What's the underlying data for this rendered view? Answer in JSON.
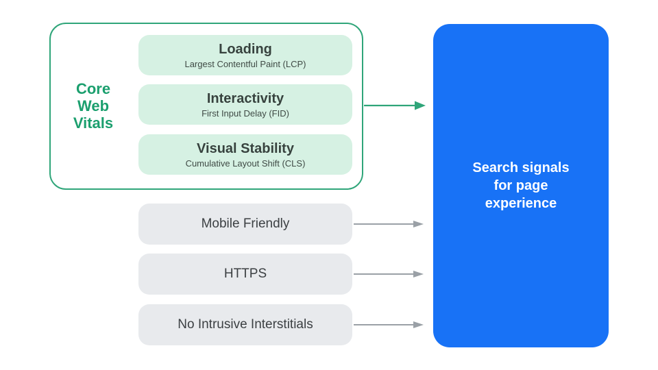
{
  "colors": {
    "accent_green": "#2FA579",
    "label_green": "#1B9F6E",
    "pill_green_bg": "#D6F1E3",
    "pill_gray_bg": "#E8EAED",
    "arrow_gray": "#9AA0A6",
    "result_box_bg": "#1872F6",
    "pill_title_text": "#37423E",
    "gray_label_text": "#3C4043",
    "result_text": "#FFFFFF"
  },
  "core_web_vitals": {
    "label": "Core Web Vitals",
    "label_lines": [
      "Core",
      "Web",
      "Vitals"
    ],
    "items": [
      {
        "title": "Loading",
        "subtitle": "Largest Contentful Paint (LCP)"
      },
      {
        "title": "Interactivity",
        "subtitle": "First Input Delay (FID)"
      },
      {
        "title": "Visual Stability",
        "subtitle": "Cumulative Layout Shift (CLS)"
      }
    ]
  },
  "other_signals": {
    "items": [
      {
        "label": "Mobile Friendly"
      },
      {
        "label": "HTTPS"
      },
      {
        "label": "No Intrusive Interstitials"
      }
    ]
  },
  "result_box": {
    "text": "Search signals for page experience",
    "lines": [
      "Search signals",
      "for page",
      "experience"
    ]
  }
}
